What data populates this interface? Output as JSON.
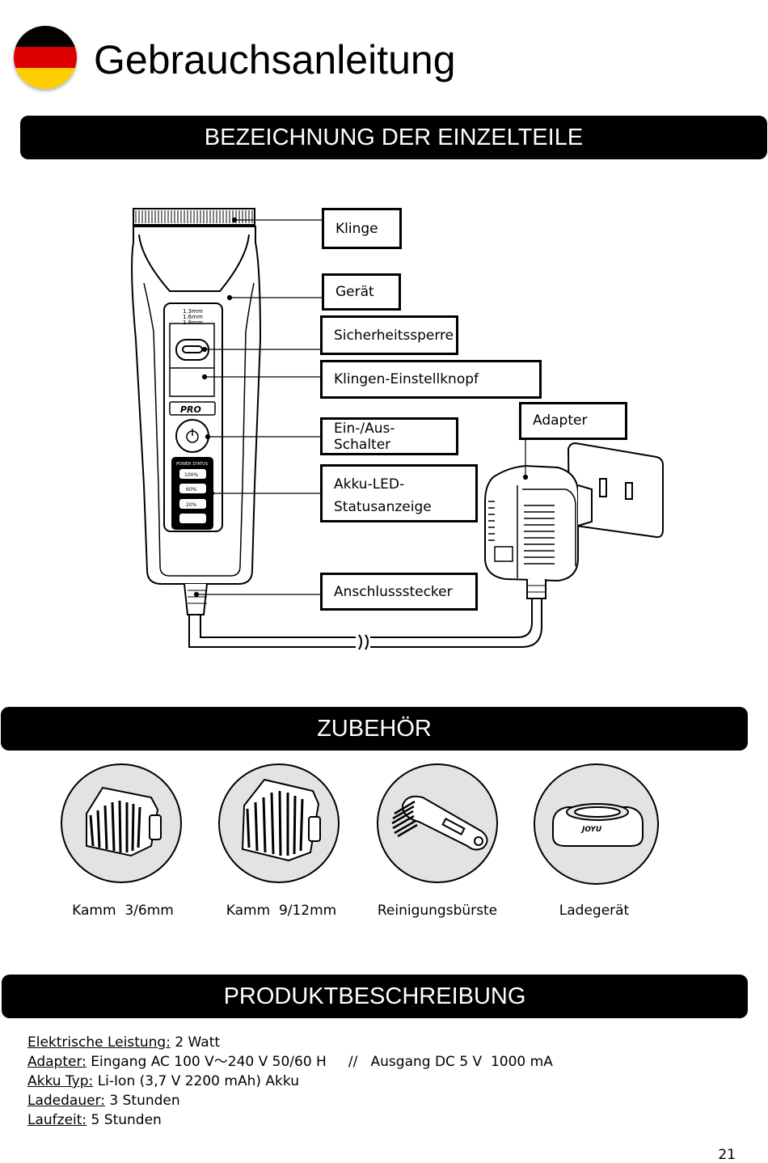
{
  "header": {
    "title": "Gebrauchsanleitung",
    "flag_colors": [
      "#000000",
      "#dd0000",
      "#ffce00"
    ]
  },
  "sections": {
    "parts": "BEZEICHNUNG DER EINZELTEILE",
    "accessories": "ZUBEHÖR",
    "description": "PRODUKTBESCHREIBUNG"
  },
  "parts": {
    "blade": "Klinge",
    "device": "Gerät",
    "safety_lock": "Sicherheitssperre",
    "blade_knob": "Klingen-Einstellknopf",
    "power_switch": "Ein-/Aus-Schalter",
    "led_line1": "Akku-LED-",
    "led_line2": "Statusanzeige",
    "adapter": "Adapter",
    "connector": "Anschlussstecker"
  },
  "device_text": {
    "sizes": [
      "1.3mm",
      "1.6mm",
      "1.9mm"
    ],
    "logo": "PRO",
    "power_status": "POWER STATUS",
    "levels": [
      "100%",
      "60%",
      "20%"
    ]
  },
  "accessories": [
    {
      "label": "Kamm  3/6mm",
      "icon": "comb-icon"
    },
    {
      "label": "Kamm  9/12mm",
      "icon": "comb-icon"
    },
    {
      "label": "Reinigungsbürste",
      "icon": "brush-icon"
    },
    {
      "label": "Ladegerät",
      "icon": "charger-icon"
    }
  ],
  "charger_brand": "JOYU",
  "specs": {
    "power_label": "Elektrische Leistung:",
    "power_value": " 2 Watt",
    "adapter_label": "Adapter:",
    "adapter_value": " Eingang AC 100 V～240 V 50/60 H     //   Ausgang DC 5 V  1000 mA",
    "battery_label": "Akku Typ:",
    "battery_value": " Li-Ion (3,7 V 2200 mAh) Akku",
    "charge_label": "Ladedauer:",
    "charge_value": " 3 Stunden",
    "runtime_label": "Laufzeit:",
    "runtime_value": " 5 Stunden"
  },
  "page_number": "21"
}
